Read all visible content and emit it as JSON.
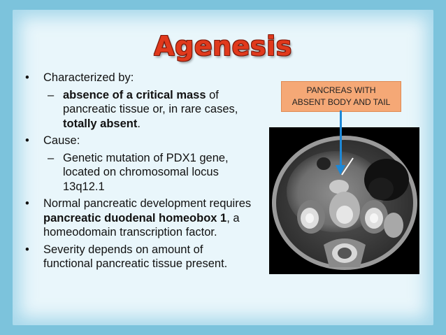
{
  "slide": {
    "title": "Agenesis",
    "bullets": {
      "b1": "Characterized by:",
      "b1_sub_bold1": "absence of a critical mass",
      "b1_sub_text1": " of pancreatic tissue or, in rare cases, ",
      "b1_sub_bold2": "totally absent",
      "b1_sub_text2": ".",
      "b2": "Cause:",
      "b2_sub": "Genetic mutation of PDX1 gene, located on chromosomal locus 13q12.1",
      "b3_text1": "Normal pancreatic development requires ",
      "b3_bold": "pancreatic duodenal homeobox 1",
      "b3_text2": ", a homeodomain transcription factor.",
      "b4": "Severity depends on amount of functional pancreatic tissue present."
    },
    "callout": {
      "line1": "PANCREAS WITH",
      "line2": "ABSENT BODY AND TAIL"
    },
    "colors": {
      "title": "#e0391c",
      "background": "#7cc3dc",
      "callout_fill": "#f5a876",
      "arrow": "#1e88d6"
    }
  }
}
